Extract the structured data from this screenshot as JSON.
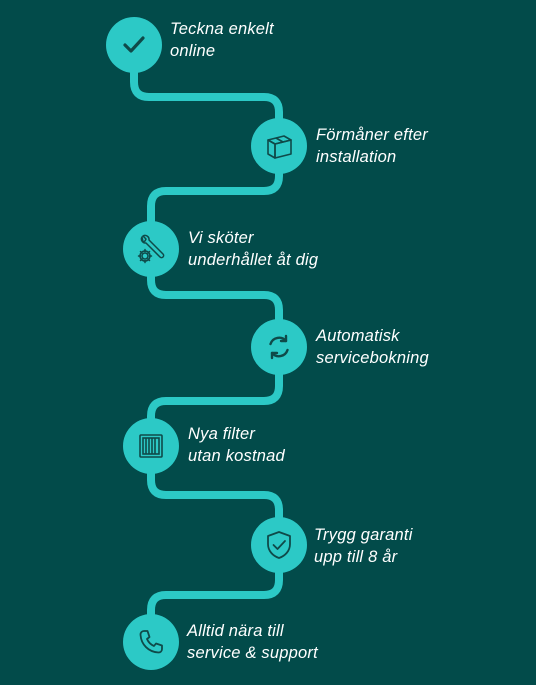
{
  "colors": {
    "background": "#024b4a",
    "accent": "#2cc9c6",
    "icon": "#0f4a49",
    "text": "#ffffff"
  },
  "steps": [
    {
      "icon": "checkmark-icon",
      "line1": "Teckna enkelt",
      "line2": "online"
    },
    {
      "icon": "box-icon",
      "line1": "Förmåner efter",
      "line2": "installation"
    },
    {
      "icon": "wrench-gear-icon",
      "line1": "Vi sköter",
      "line2": "underhållet åt dig"
    },
    {
      "icon": "refresh-icon",
      "line1": "Automatisk",
      "line2": "servicebokning"
    },
    {
      "icon": "filter-icon",
      "line1": "Nya filter",
      "line2": "utan kostnad"
    },
    {
      "icon": "shield-check-icon",
      "line1": "Trygg garanti",
      "line2": "upp till 8 år"
    },
    {
      "icon": "phone-icon",
      "line1": "Alltid nära till",
      "line2": "service & support"
    }
  ]
}
